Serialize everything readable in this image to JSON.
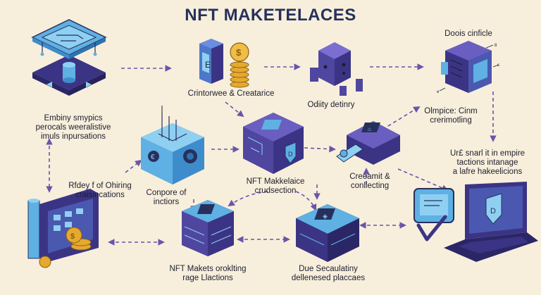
{
  "title": "NFT MAKETELACES",
  "labels": {
    "top_left": [
      "Embiny smypics",
      "perocals weeralistive",
      "imuls inpursations"
    ],
    "top_center": [
      "Crintorwee & Creatarice"
    ],
    "top_mid": [
      "Odiity detinry"
    ],
    "top_right": [
      "Doois cinficle"
    ],
    "right_mid": [
      "Olmpice: Cinm",
      "crerimotling"
    ],
    "right_side": [
      "Ur£ snarl it in empire",
      "tactions intanage",
      "a lafre hakeelicions"
    ],
    "left_mid": [
      "Rfdey f of Ohiring",
      "craisincations"
    ],
    "center_left": [
      "Conpore of",
      "inctiors"
    ],
    "center": [
      "NFT Makkelaice",
      "crudsection"
    ],
    "center_right": [
      "Creeamit &",
      "conllecting"
    ],
    "bottom_center_left": [
      "NFT Makets oroklting",
      "rage Llactions"
    ],
    "bottom_center_right": [
      "Due Secaulatiny",
      "dellenesed placcaes"
    ]
  },
  "colors": {
    "background": "#f7efdc",
    "navy": "#27305c",
    "purple": "#5b4ea8",
    "dark_purple": "#3b3485",
    "blue": "#5fb0e3",
    "light_blue": "#8fd0f2",
    "gold": "#e6a92f",
    "arrow": "#6a55a8"
  },
  "icons": [
    "platform-chip-icon",
    "wallet-cube-icon",
    "coin-stack-icon",
    "cube-icon",
    "shield-cube-icon",
    "server-icon",
    "monitor-icon",
    "laptop-shield-icon",
    "crypto-wallet-icon"
  ]
}
